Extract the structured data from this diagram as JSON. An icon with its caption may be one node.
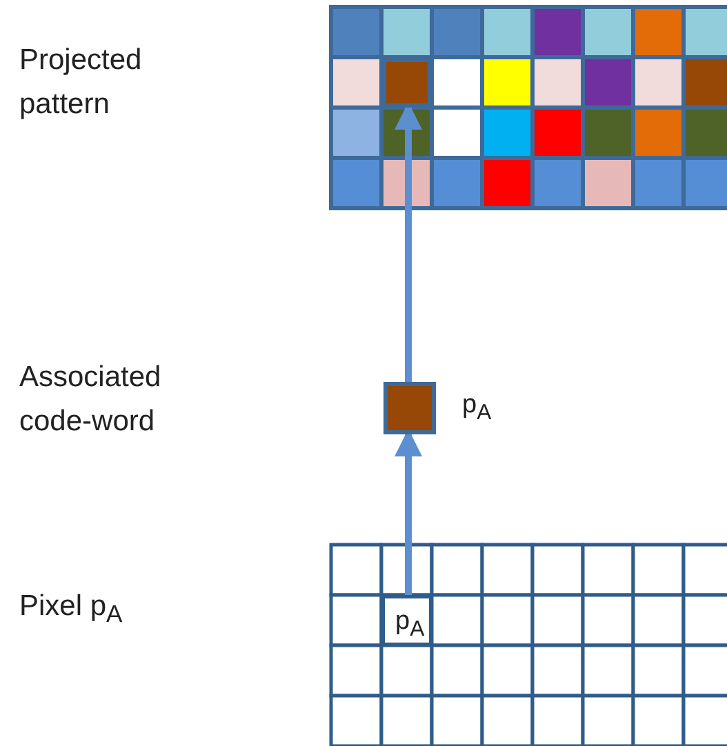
{
  "diagram": {
    "nodes": [
      {
        "text": [],
        "shape": "box"
      },
      {
        "text": [],
        "shape": "box",
        "beside": [
          "p$_{A}$"
        ]
      },
      {
        "text": [
          "p$_{A}$"
        ]
      }
    ],
    "edges": [
      {
        "from": 2,
        "to": 1,
        "arrow": "to"
      },
      {
        "from": 1,
        "to": 0,
        "arrow": "to"
      }
    ],
    "labels": [
      "Projected pattern",
      "Associated code-word",
      "Pixel p$_{A}$"
    ]
  }
}
